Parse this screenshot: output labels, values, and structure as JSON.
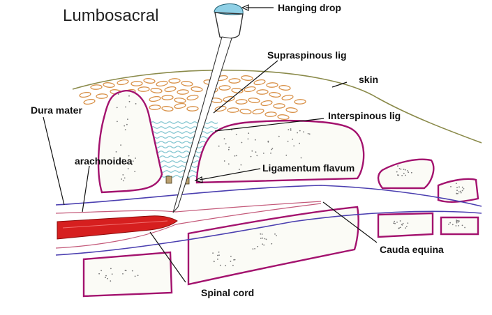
{
  "title": "Lumbosacral",
  "labels": {
    "hanging_drop": "Hanging drop",
    "supraspinous_lig": "Supraspinous lig",
    "skin": "skin",
    "dura_mater": "Dura mater",
    "interspinous_lig": "Interspinous lig",
    "arachnoidea": "arachnoidea",
    "ligamentum_flavum": "Ligamentum flavum",
    "cauda_equina": "Cauda equina",
    "spinal_cord": "Spinal cord"
  },
  "colors": {
    "bone_outline": "#a3126e",
    "dura_line": "#4b3fb0",
    "spinal_cord": "#d61f1f",
    "fat": "#d9924a",
    "interspinous_ligament": "#7fc4cf",
    "skin_line": "#8a8a4a",
    "needle_hub": "#8fd0e6"
  }
}
